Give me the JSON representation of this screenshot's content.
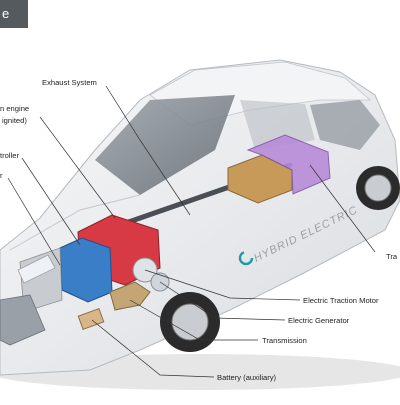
{
  "corner_tab": {
    "text": "e"
  },
  "livery": {
    "text": "HYBRID ELECTRIC",
    "logo": "c-swoosh-logo"
  },
  "labels": [
    {
      "id": "exhaust",
      "text": "Exhaust System"
    },
    {
      "id": "engine1",
      "text": "n engine"
    },
    {
      "id": "engine2",
      "text": "ignited)"
    },
    {
      "id": "controller",
      "text": "troller"
    },
    {
      "id": "inverter",
      "text": "r"
    },
    {
      "id": "traction-right",
      "text": "Tra"
    },
    {
      "id": "motor",
      "text": "Electric Traction Motor"
    },
    {
      "id": "generator",
      "text": "Electric Generator"
    },
    {
      "id": "transmission",
      "text": "Transmission"
    },
    {
      "id": "battery-aux",
      "text": "Battery (auxiliary)"
    }
  ],
  "colors": {
    "body": "#e9ebee",
    "engine": "#d73a45",
    "controller": "#3a7ec8",
    "battery": "#b88bd8",
    "tank": "#c89a5a",
    "tires": "#2b2b2b",
    "leader": "#333333",
    "livery": "#1f9aa0"
  }
}
